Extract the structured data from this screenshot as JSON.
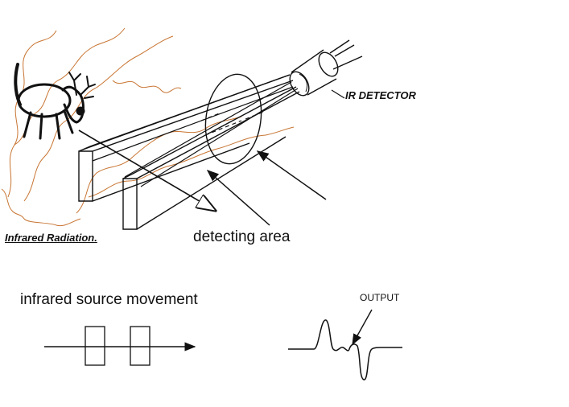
{
  "labels": {
    "ir_detector": "IR DETECTOR",
    "detecting_area": "detecting area",
    "infrared_source_movement": "infrared source movement",
    "output": "OUTPUT",
    "infrared_radiation": "Infrared Radiation."
  },
  "colors": {
    "line": "#111111",
    "radiation_wave": "#c87533",
    "background": "#ffffff"
  },
  "icons": {
    "animal": "deer-icon",
    "sensor": "ir-detector-icon"
  }
}
